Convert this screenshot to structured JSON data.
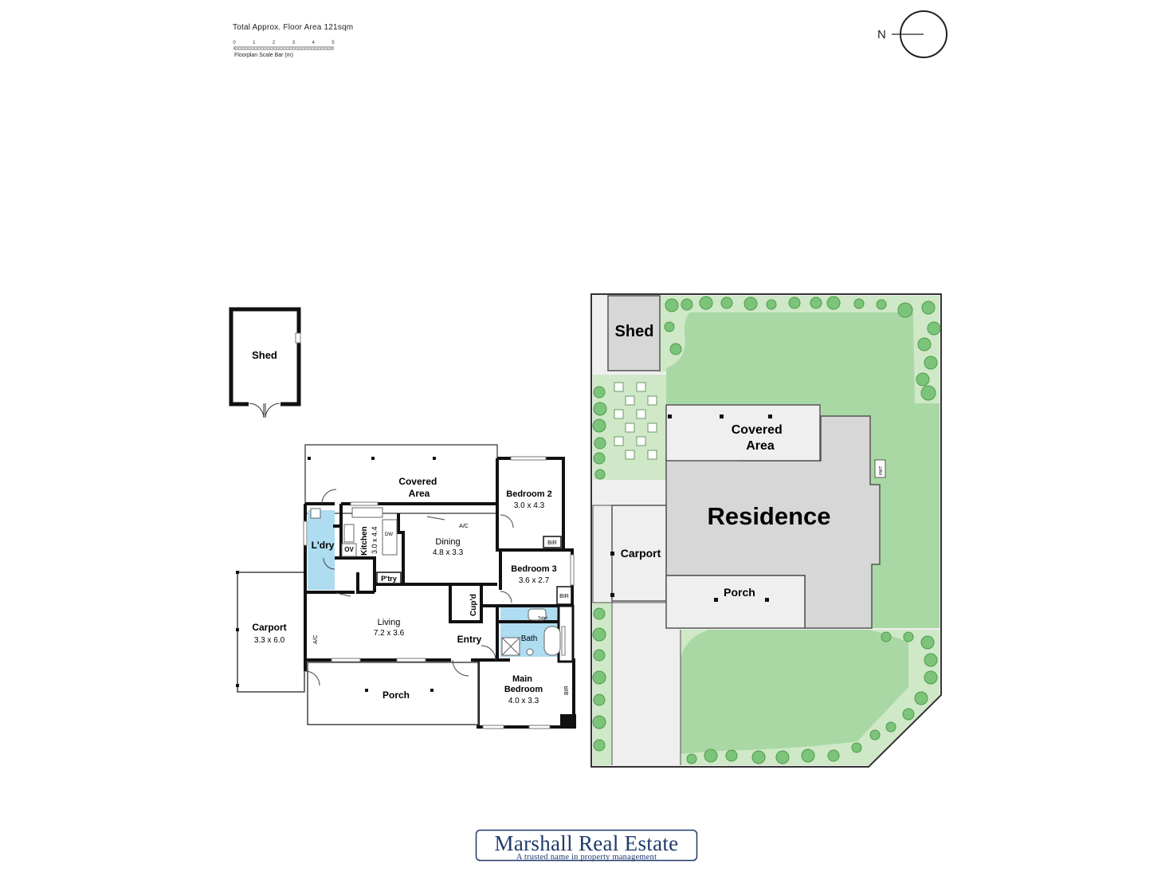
{
  "header": {
    "floor_area": "Total Approx. Floor Area 121sqm",
    "scale_ticks": [
      "0",
      "1",
      "2",
      "3",
      "4",
      "5"
    ],
    "scale_caption": "Floorplan Scale Bar (m)"
  },
  "compass": {
    "label": "N"
  },
  "floorplan": {
    "shed": "Shed",
    "covered_area": "Covered\nArea",
    "bedroom2": {
      "name": "Bedroom 2",
      "size": "3.0 x 4.3"
    },
    "ac_top": "A/C",
    "bir_bed2": "BIR",
    "laundry": "L'dry",
    "oven": "OV",
    "kitchen": {
      "name": "Kitchen",
      "size": "3.0 x 4.4"
    },
    "dishwasher": "DW",
    "dining": {
      "name": "Dining",
      "size": "4.8 x 3.3"
    },
    "bedroom3": {
      "name": "Bedroom 3",
      "size": "3.6 x 2.7"
    },
    "bir_bed3": "BIR",
    "pantry": "P'try",
    "cupboard": "Cup'd",
    "living": {
      "name": "Living",
      "size": "7.2 x 3.6"
    },
    "toilet": "Toilet",
    "bath": "Bath",
    "entry": "Entry",
    "carport": {
      "name": "Carport",
      "size": "3.3 x 6.0"
    },
    "ac_side": "A/C",
    "porch": "Porch",
    "main_bedroom": {
      "name": "Main\nBedroom",
      "size": "4.0 x 3.3"
    },
    "bir_main": "BIR"
  },
  "siteplan": {
    "shed": "Shed",
    "covered_area": "Covered\nArea",
    "residence": "Residence",
    "carport": "Carport",
    "porch": "Porch",
    "hwt": "HWT"
  },
  "colors": {
    "lawn": "#a9d8a4",
    "garden": "#cfe8c7",
    "shrub": "#7cc47a",
    "residence": "#d7d7d7",
    "paving": "#efefef",
    "wet_area": "#aedcf0",
    "brand": "#1f3a6e"
  },
  "branding": {
    "name": "Marshall Real Estate",
    "tagline": "A trusted name in property management"
  }
}
